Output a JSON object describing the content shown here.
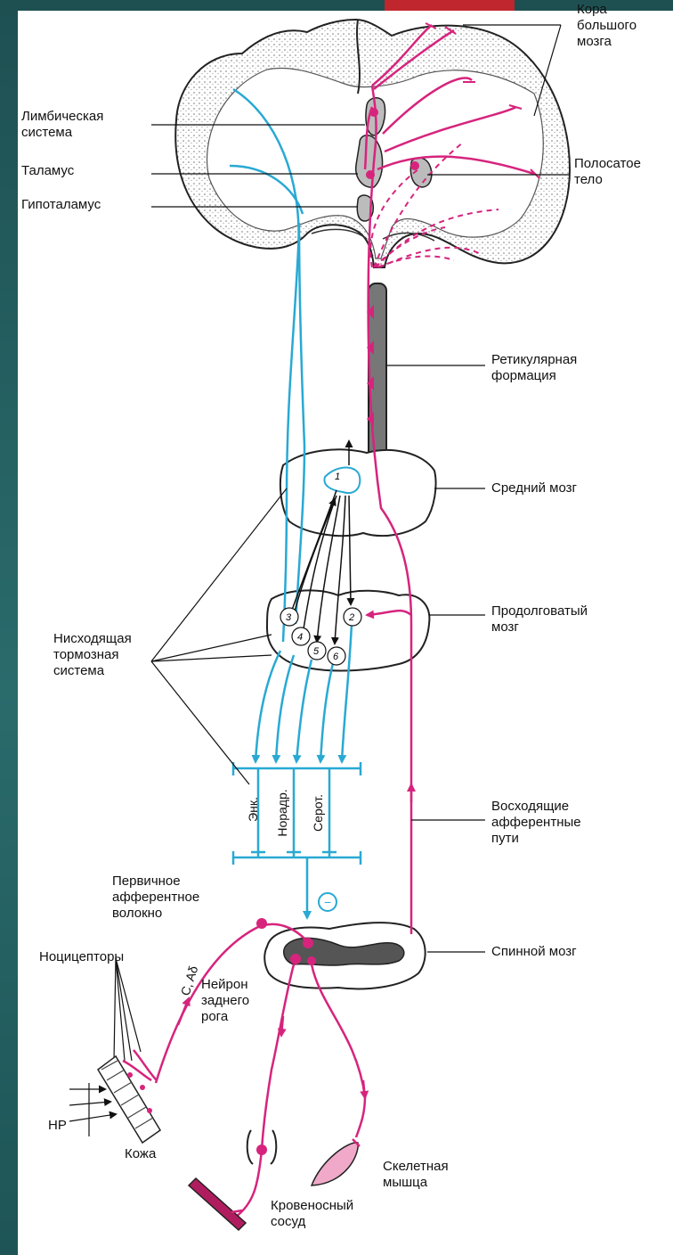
{
  "labels": {
    "cortex": "Кора\nбольшого\nмозга",
    "limbic": "Лимбическая\nсистема",
    "thalamus": "Таламус",
    "hypothalamus": "Гипоталамус",
    "striatum": "Полосатое\nтело",
    "reticular": "Ретикулярная\nформация",
    "midbrain": "Средний мозг",
    "medulla": "Продолговатый\nмозг",
    "descending": "Нисходящая\nтормозная\nсистема",
    "ascending": "Восходящие\nафферентные\nпути",
    "primary_fiber": "Первичное\nафферентное\nволокно",
    "nociceptors": "Ноцицепторы",
    "dorsal_neuron": "Нейрон\nзаднего\nрога",
    "spinal_cord": "Спинной мозг",
    "c_adelta": "C, Aδ",
    "np": "НР",
    "skin": "Кожа",
    "skeletal_muscle": "Скелетная\nмышца",
    "blood_vessel": "Кровеносный\nсосуд",
    "enk": "Энк.",
    "noradr": "Норадр.",
    "serot": "Серот.",
    "minus": "−"
  },
  "nuclei": [
    "1",
    "2",
    "3",
    "4",
    "5",
    "6"
  ],
  "colors": {
    "accent_red": "#c0262d",
    "background": "#1f5a5c",
    "descending_blue": "#29a9d3",
    "ascending_magenta": "#d6247d",
    "structure_gray": "#bfbfbf"
  }
}
